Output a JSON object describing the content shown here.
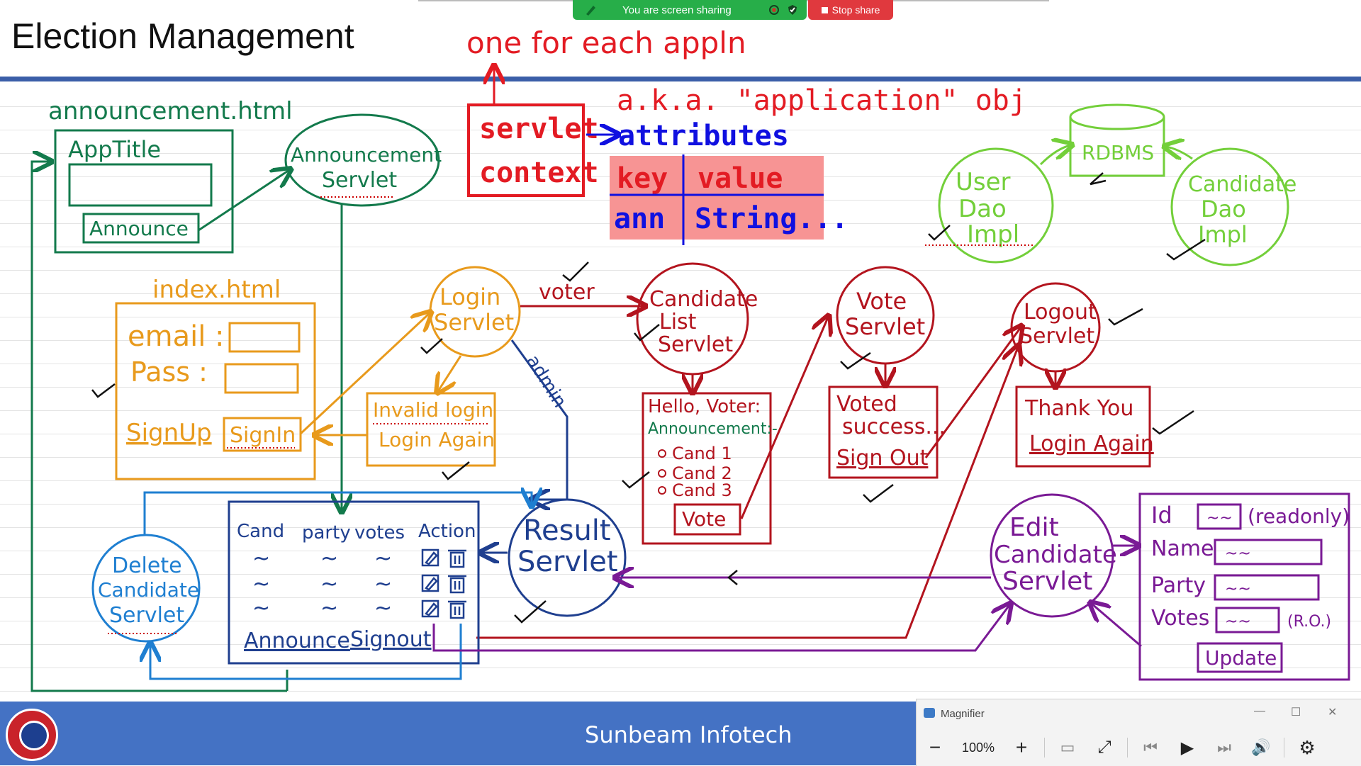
{
  "slide": {
    "title": "Election Management",
    "footer_text": "Sunbeam Infotech",
    "logo_icon": "sunbeam-logo"
  },
  "screen_share": {
    "status": "You are screen sharing",
    "stop_label": "Stop share",
    "colors": {
      "share_bar": "#27ae49",
      "stop": "#e0393e"
    }
  },
  "magnifier": {
    "title": "Magnifier",
    "zoom": "100%",
    "icons": [
      "minus-icon",
      "plus-icon",
      "fullscreen-icon",
      "lens-icon",
      "previous-icon",
      "play-icon",
      "next-icon",
      "read-aloud-icon",
      "settings-icon"
    ]
  },
  "annotations": {
    "colors": {
      "red": "#e31b23",
      "blue": "#1010e0",
      "green": "#137a4c",
      "orange": "#e89a1c",
      "navy": "#1f3f8f",
      "maroon": "#b3141e",
      "purple": "#7a1a95",
      "lime": "#73cf3a",
      "azure": "#1f7fd1",
      "pink": "#f79494"
    },
    "top_note": "one for each appln",
    "servlet_line1": "servlet",
    "servlet_line2": "context",
    "aka_note": "a.k.a. \"application\" obj",
    "attributes_label": "attributes",
    "table": {
      "key_header": "key",
      "value_header": "value",
      "row_key": "ann",
      "row_value": "String..."
    },
    "db": {
      "rdbms": "RDBMS",
      "user_dao": [
        "User",
        "Dao",
        "Impl"
      ],
      "candidate_dao": [
        "Candidate",
        "Dao",
        "Impl"
      ]
    },
    "announcement_page": {
      "filename": "announcement.html",
      "app_title": "AppTitle",
      "button": "Announce",
      "servlet": [
        "Announcement",
        "Servlet"
      ]
    },
    "index_page": {
      "filename": "index.html",
      "email_label": "email :",
      "pass_label": "Pass :",
      "signup": "SignUp",
      "signin": "SignIn"
    },
    "login": {
      "servlet": [
        "Login",
        "Servlet"
      ],
      "voter_arrow": "voter",
      "admin_arrow": "admin",
      "invalid_line1": "Invalid login",
      "invalid_line2": "Login Again"
    },
    "candidate_list": {
      "servlet": [
        "Candidate",
        "List",
        "Servlet"
      ],
      "hello": "Hello, Voter:",
      "announcement": "Announcement:-",
      "candidates": [
        "Cand 1",
        "Cand 2",
        "Cand 3"
      ],
      "vote_button": "Vote"
    },
    "vote": {
      "servlet": [
        "Vote",
        "Servlet"
      ],
      "line1": "Voted",
      "line2": "success...",
      "signout": "Sign Out"
    },
    "logout": {
      "servlet": [
        "Logout",
        "Servlet"
      ],
      "line1": "Thank You",
      "line2": "Login Again"
    },
    "result": {
      "servlet": [
        "Result",
        "Servlet"
      ],
      "headers": [
        "Cand",
        "party",
        "votes",
        "Action"
      ],
      "placeholder": "~",
      "announce_link": "Announce",
      "signout_link": "Signout",
      "row_icons": [
        "edit-icon",
        "trash-icon"
      ]
    },
    "delete": {
      "servlet": [
        "Delete",
        "Candidate",
        "Servlet"
      ]
    },
    "edit": {
      "servlet": [
        "Edit",
        "Candidate",
        "Servlet"
      ],
      "id_label": "Id",
      "id_note": "(readonly)",
      "name_label": "Name",
      "party_label": "Party",
      "votes_label": "Votes",
      "votes_note": "(R.O.)",
      "field_placeholder": "~~",
      "update_button": "Update"
    }
  }
}
